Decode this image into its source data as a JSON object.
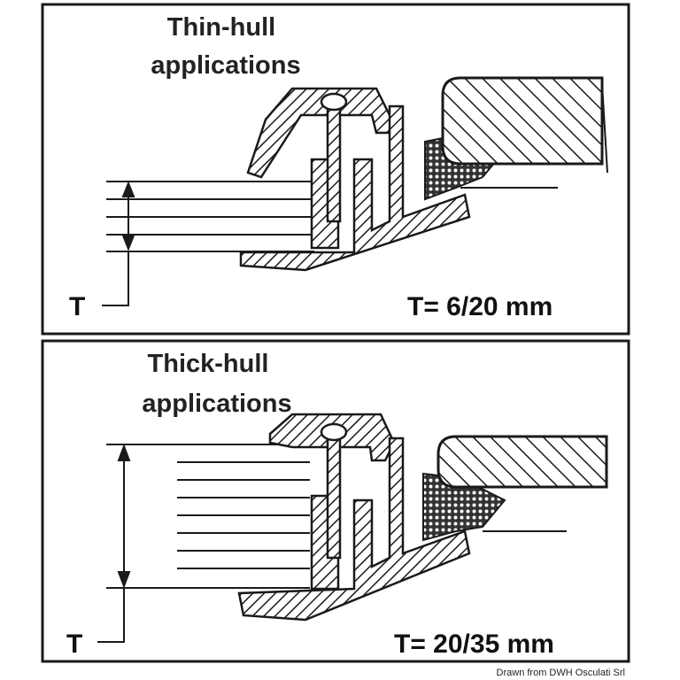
{
  "panels": [
    {
      "title_line1": "Thin-hull",
      "title_line2": "applications",
      "dimension_symbol": "T",
      "spec": "T= 6/20 mm"
    },
    {
      "title_line1": "Thick-hull",
      "title_line2": "applications",
      "dimension_symbol": "T",
      "spec": "T= 20/35 mm"
    }
  ],
  "credit": "Drawn from DWH Osculati Srl",
  "colors": {
    "ink": "#1a1a1a",
    "background": "#ffffff"
  }
}
